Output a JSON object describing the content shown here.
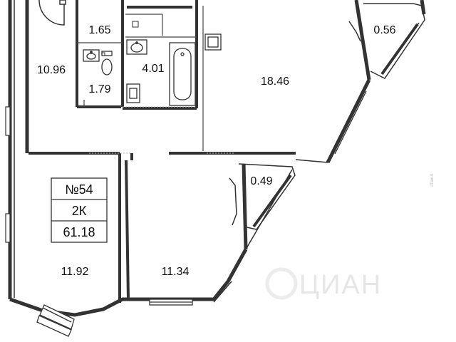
{
  "plan": {
    "apartment_number": "№54",
    "apartment_type": "2К",
    "total_area": "61.18",
    "rooms": [
      {
        "id": "wc-small",
        "label": "1.65"
      },
      {
        "id": "hall",
        "label": "10.96"
      },
      {
        "id": "wc",
        "label": "1.79"
      },
      {
        "id": "bath",
        "label": "4.01"
      },
      {
        "id": "kitchen-living",
        "label": "18.46"
      },
      {
        "id": "balcony-top",
        "label": "0.56"
      },
      {
        "id": "balcony-mid",
        "label": "0.49"
      },
      {
        "id": "bedroom-left",
        "label": "11.92"
      },
      {
        "id": "bedroom-right",
        "label": "11.34"
      }
    ],
    "watermark": "ЦИАН",
    "side_text": "этаж 4"
  }
}
